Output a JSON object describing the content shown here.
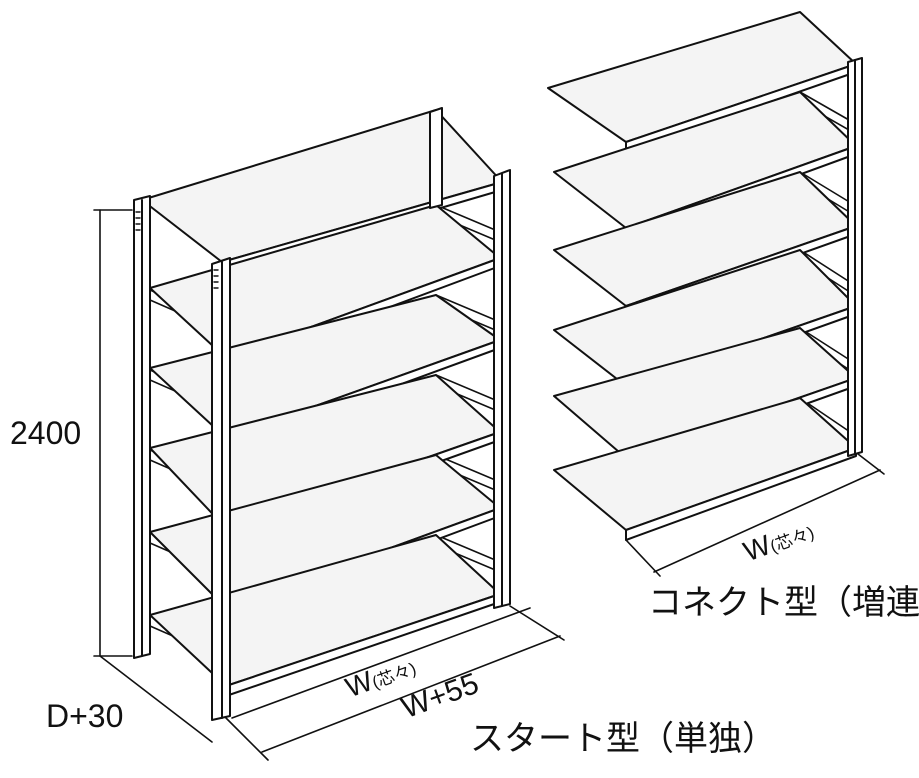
{
  "dimensions": {
    "height": "2400",
    "depth": "D+30",
    "width_center": "W",
    "width_center_note": "(芯々)",
    "width_total": "W+55"
  },
  "captions": {
    "start_type": "スタート型（単独）",
    "connect_type": "コネクト型（増連）"
  },
  "style": {
    "line_color": "#111111",
    "shelf_fill": "#f4f4f4",
    "background": "#ffffff"
  }
}
